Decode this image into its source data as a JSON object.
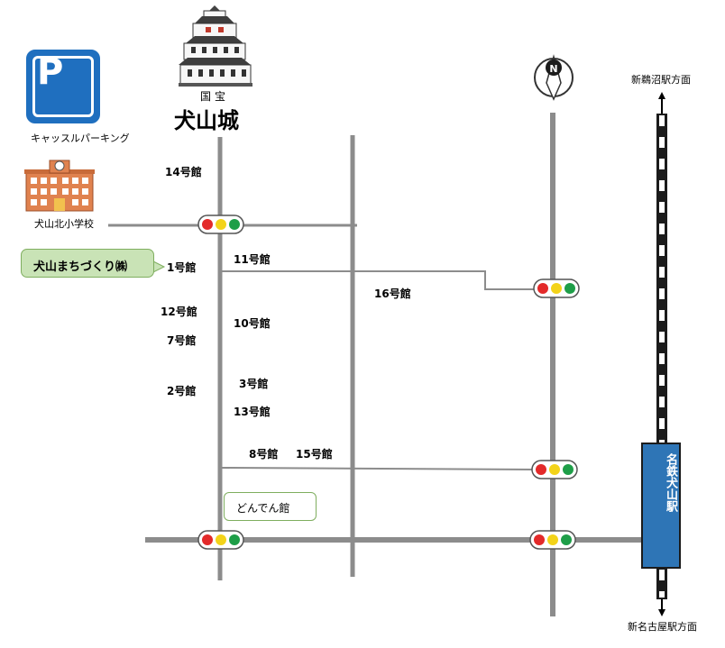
{
  "castle": {
    "subtitle": "国宝",
    "title": "犬山城"
  },
  "parking": {
    "letter": "P",
    "label": "キャッスルパーキング"
  },
  "school": {
    "label": "犬山北小学校"
  },
  "callout": {
    "label": "犬山まちづくり㈱"
  },
  "buildings": {
    "b14": "14号館",
    "b1": "1号館",
    "b11": "11号館",
    "b16": "16号館",
    "b12": "12号館",
    "b10": "10号館",
    "b7": "7号館",
    "b2": "2号館",
    "b3": "3号館",
    "b13": "13号館",
    "b8": "8号館",
    "b15": "15号館"
  },
  "dondenkan": {
    "label": "どんでん館"
  },
  "station": {
    "name": "名鉄犬山駅"
  },
  "directions": {
    "north": "新鵜沼駅方面",
    "south": "新名古屋駅方面"
  },
  "compass": {
    "letter": "N"
  },
  "colors": {
    "road": "#8c8c8c",
    "red": "#e32a2a",
    "yellow": "#f3d31a",
    "green": "#1e9e48",
    "station": "#2e75b6",
    "callout_fill": "#c9e3b6"
  }
}
